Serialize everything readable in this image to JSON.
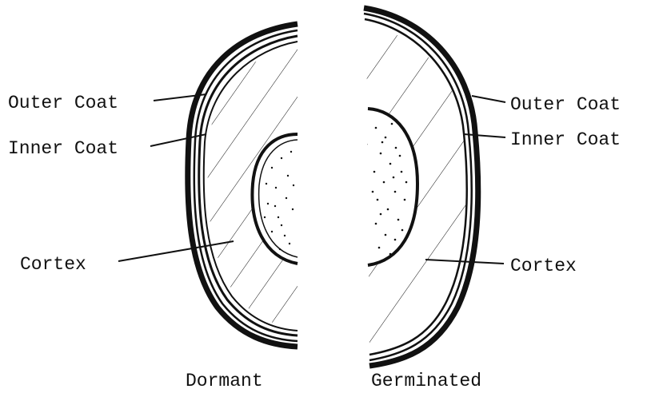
{
  "labels": {
    "left_outer_coat": "Outer Coat",
    "left_inner_coat": "Inner Coat",
    "left_cortex": "Cortex",
    "right_outer_coat": "Outer Coat",
    "right_inner_coat": "Inner Coat",
    "right_cortex": "Cortex"
  },
  "captions": {
    "dormant": "Dormant",
    "germinated": "Germinated"
  },
  "colors": {
    "ink": "#111111",
    "background": "#ffffff"
  }
}
